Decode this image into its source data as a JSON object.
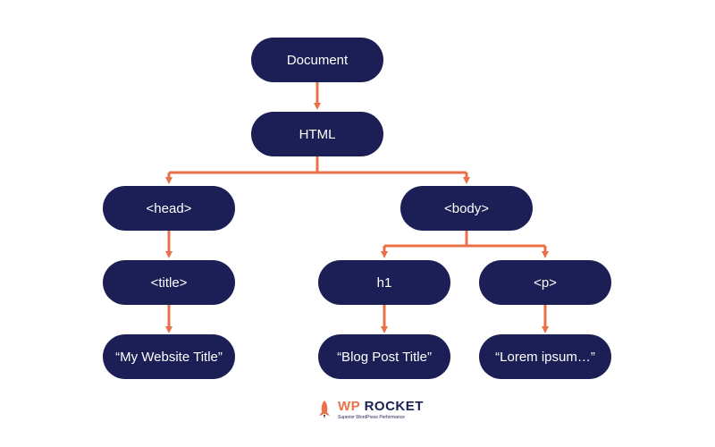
{
  "nodes": {
    "document": "Document",
    "html": "HTML",
    "head": "<head>",
    "body": "<body>",
    "title": "<title>",
    "h1": "h1",
    "p": "<p>",
    "title_text": "“My Website Title”",
    "h1_text": "“Blog Post Title”",
    "p_text": "“Lorem ipsum…”"
  },
  "logo": {
    "wp": "WP",
    "rocket": "ROCKET",
    "tagline": "Superior WordPress Performance"
  },
  "colors": {
    "node_fill": "#1b1f55",
    "connector": "#e8714a"
  }
}
